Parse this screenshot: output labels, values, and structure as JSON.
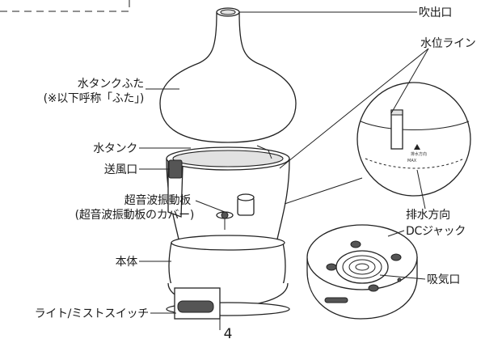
{
  "labels": {
    "nozzle": "吹出口",
    "water_level_line": "水位ライン",
    "tank_lid": "水タンクふた",
    "tank_lid_note": "(※以下呼称「ふた」)",
    "water_tank": "水タンク",
    "air_outlet": "送風口",
    "ultrasonic_plate": "超音波振動板",
    "ultrasonic_plate_cover": "(超音波振動板のカバー)",
    "drain_direction": "排水方向",
    "dc_jack": "DCジャック",
    "main_body": "本体",
    "air_intake": "吸気口",
    "light_mist_switch": "ライト/ミストスイッチ"
  },
  "detail_text": {
    "drain_marking": "排水方向",
    "max_marking": "MAX"
  },
  "page_number": "4"
}
